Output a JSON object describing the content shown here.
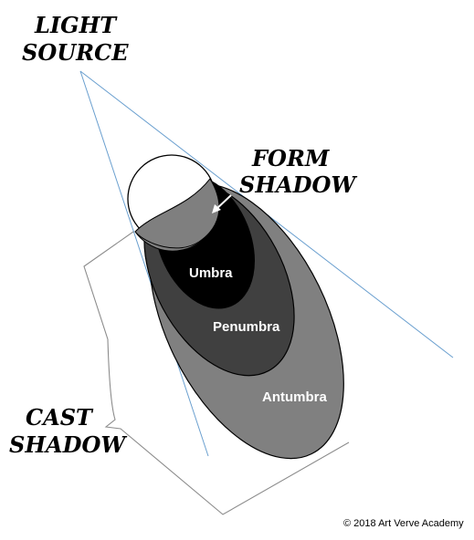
{
  "labels": {
    "light_source_line1": "LIGHT",
    "light_source_line2": "SOURCE",
    "form_shadow_line1": "FORM",
    "form_shadow_line2": "SHADOW",
    "umbra": "Umbra",
    "penumbra": "Penumbra",
    "antumbra": "Antumbra",
    "cast_shadow_line1": "CAST",
    "cast_shadow_line2": "SHADOW"
  },
  "credit": "© 2018 Art Verve Academy",
  "colors": {
    "ray_line": "#6a9fcf",
    "antumbra_fill": "#808080",
    "penumbra_fill": "#404040",
    "umbra_fill": "#000000",
    "form_shadow_fill": "#7f7f7f",
    "sphere_fill": "#ffffff",
    "outline": "#000000",
    "bracket": "#8c8c8c"
  }
}
